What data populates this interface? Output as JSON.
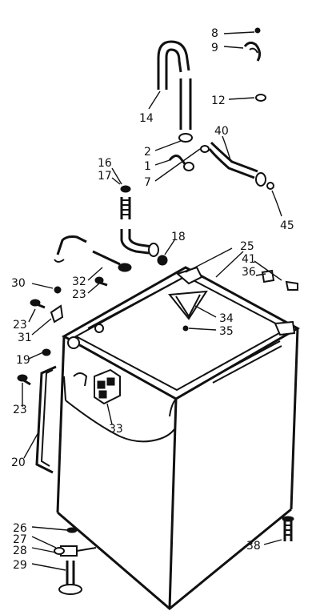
{
  "callouts": [
    {
      "id": "p8",
      "text": "8"
    },
    {
      "id": "p9",
      "text": "9"
    },
    {
      "id": "p12",
      "text": "12"
    },
    {
      "id": "p14",
      "text": "14"
    },
    {
      "id": "p40",
      "text": "40"
    },
    {
      "id": "p2",
      "text": "2"
    },
    {
      "id": "p1",
      "text": "1"
    },
    {
      "id": "p7",
      "text": "7"
    },
    {
      "id": "p45",
      "text": "45"
    },
    {
      "id": "p16",
      "text": "16"
    },
    {
      "id": "p17",
      "text": "17"
    },
    {
      "id": "p18",
      "text": "18"
    },
    {
      "id": "p25",
      "text": "25"
    },
    {
      "id": "p41",
      "text": "41"
    },
    {
      "id": "p36",
      "text": "36"
    },
    {
      "id": "p30",
      "text": "30"
    },
    {
      "id": "p32",
      "text": "32"
    },
    {
      "id": "p23a",
      "text": "23"
    },
    {
      "id": "p23b",
      "text": "23"
    },
    {
      "id": "p31",
      "text": "31"
    },
    {
      "id": "p34",
      "text": "34"
    },
    {
      "id": "p35",
      "text": "35"
    },
    {
      "id": "p19",
      "text": "19"
    },
    {
      "id": "p23c",
      "text": "23"
    },
    {
      "id": "p33",
      "text": "33"
    },
    {
      "id": "p20",
      "text": "20"
    },
    {
      "id": "p26",
      "text": "26"
    },
    {
      "id": "p27",
      "text": "27"
    },
    {
      "id": "p28",
      "text": "28"
    },
    {
      "id": "p29",
      "text": "29"
    },
    {
      "id": "p38",
      "text": "38"
    }
  ]
}
